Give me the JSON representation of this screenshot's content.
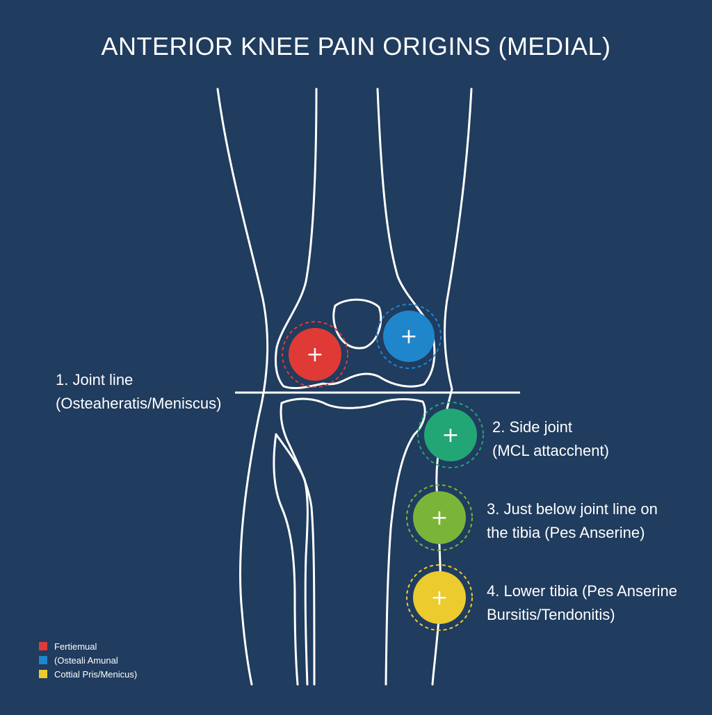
{
  "title": "ANTERIOR KNEE PAIN ORIGINS (MEDIAL)",
  "labels": [
    {
      "line1": "1. Joint line",
      "line2": "(Osteaheratis/Meniscus)"
    },
    {
      "line1": "2. Side joint",
      "line2": "(MCL attacchent)"
    },
    {
      "line1": "3. Just below joint line on",
      "line2": "the tibia (Pes Anserine)"
    },
    {
      "line1": "4. Lower tibia (Pes Anserine",
      "line2": "Bursitis/Tendonitis)"
    }
  ],
  "markers": [
    {
      "name": "red-pain-marker",
      "color": "#e03a36",
      "symbol": "+"
    },
    {
      "name": "blue-pain-marker",
      "color": "#1f86cc",
      "symbol": "+"
    },
    {
      "name": "teal-pain-marker",
      "color": "#22a676",
      "symbol": "+"
    },
    {
      "name": "lime-pain-marker",
      "color": "#7ab53a",
      "symbol": "+"
    },
    {
      "name": "yellow-pain-marker",
      "color": "#eccb2e",
      "symbol": "+"
    }
  ],
  "legend": [
    {
      "color": "#e03a36",
      "text": "Fertiemual"
    },
    {
      "color": "#1f86cc",
      "text": "(Osteali Amunal"
    },
    {
      "color": "#eccb2e",
      "text": "Cottial Pris/Menicus)"
    }
  ],
  "colors": {
    "background": "#203c5e",
    "outline": "#ffffff"
  }
}
